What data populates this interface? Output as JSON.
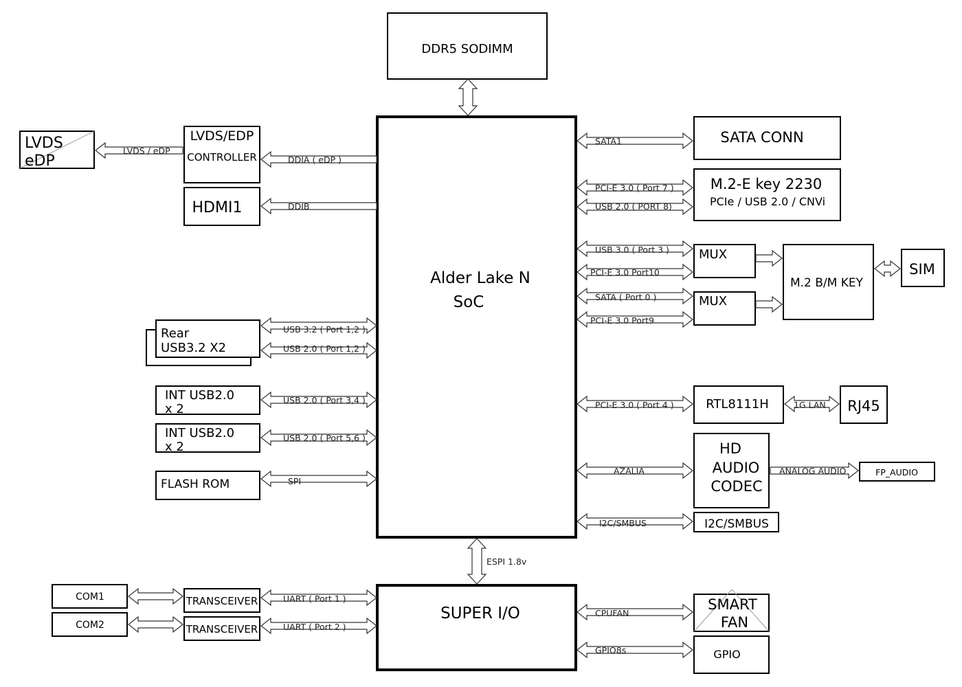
{
  "blocks": {
    "ddr5": "DDR5 SODIMM",
    "soc_line1": "Alder Lake N",
    "soc_line2": "SoC",
    "super_io": "SUPER I/O",
    "lvds_edp_line1": "LVDS",
    "lvds_edp_line2": "eDP",
    "lvds_ctrl_line1": "LVDS/EDP",
    "lvds_ctrl_line2": "CONTROLLER",
    "hdmi1": "HDMI1",
    "rear_usb_line1": "Rear",
    "rear_usb_line2": "USB3.2 X2",
    "int_usb_a_line1": "INT USB2.0",
    "int_usb_a_line2": "x 2",
    "int_usb_b_line1": "INT USB2.0",
    "int_usb_b_line2": "x 2",
    "flash_rom": "FLASH ROM",
    "com1": "COM1",
    "com2": "COM2",
    "transceiver1": "TRANSCEIVER",
    "transceiver2": "TRANSCEIVER",
    "sata_conn": "SATA CONN",
    "m2e_line1": "M.2-E key 2230",
    "m2e_line2": "PCIe / USB 2.0 / CNVi",
    "mux1": "MUX",
    "mux2": "MUX",
    "m2bm": "M.2 B/M KEY",
    "sim": "SIM",
    "rtl8111h": "RTL8111H",
    "rj45": "RJ45",
    "hd_audio_line1": "HD",
    "hd_audio_line2": "AUDIO",
    "hd_audio_line3": "CODEC",
    "fp_audio": "FP_AUDIO",
    "i2c_smbus": "I2C/SMBUS",
    "smart_fan_line1": "SMART",
    "smart_fan_line2": "FAN",
    "gpio": "GPIO"
  },
  "signals": {
    "lvds_edp": "LVDS / eDP",
    "ddia": "DDIA ( eDP )",
    "ddib": "DDIB",
    "usb32_port12": "USB 3.2 ( Port 1,2 )",
    "usb20_port12": "USB 2.0 ( Port 1,2 )",
    "usb20_port34": "USB 2.0 ( Port 3,4 )",
    "usb20_port56": "USB 2.0 ( Port 5,6 )",
    "spi": "SPI",
    "espi": "ESPI 1.8v",
    "uart_port1": "UART ( Port 1 )",
    "uart_port2": "UART ( Port 2 )",
    "sata1": "SATA1",
    "pcie_port7": "PCI-E 3.0 ( Port 7 )",
    "usb20_port8": "USB 2.0 ( PORT 8)",
    "usb30_port3": "USB 3.0 ( Port 3 )",
    "pcie_port10": "PCI-E 3.0     Port10",
    "sata_port0": "SATA ( Port 0 )",
    "pcie_port9": "PCI-E 3.0     Port9",
    "pcie_port4": "PCI-E 3.0 ( Port 4 )",
    "lan_1g": "1G LAN",
    "azalia": "AZALIA",
    "analog_audio": "ANALOG AUDIO",
    "i2c_smbus": "I2C/SMBUS",
    "cpufan": "CPUFAN",
    "gpio8s": "GPIO8s"
  }
}
